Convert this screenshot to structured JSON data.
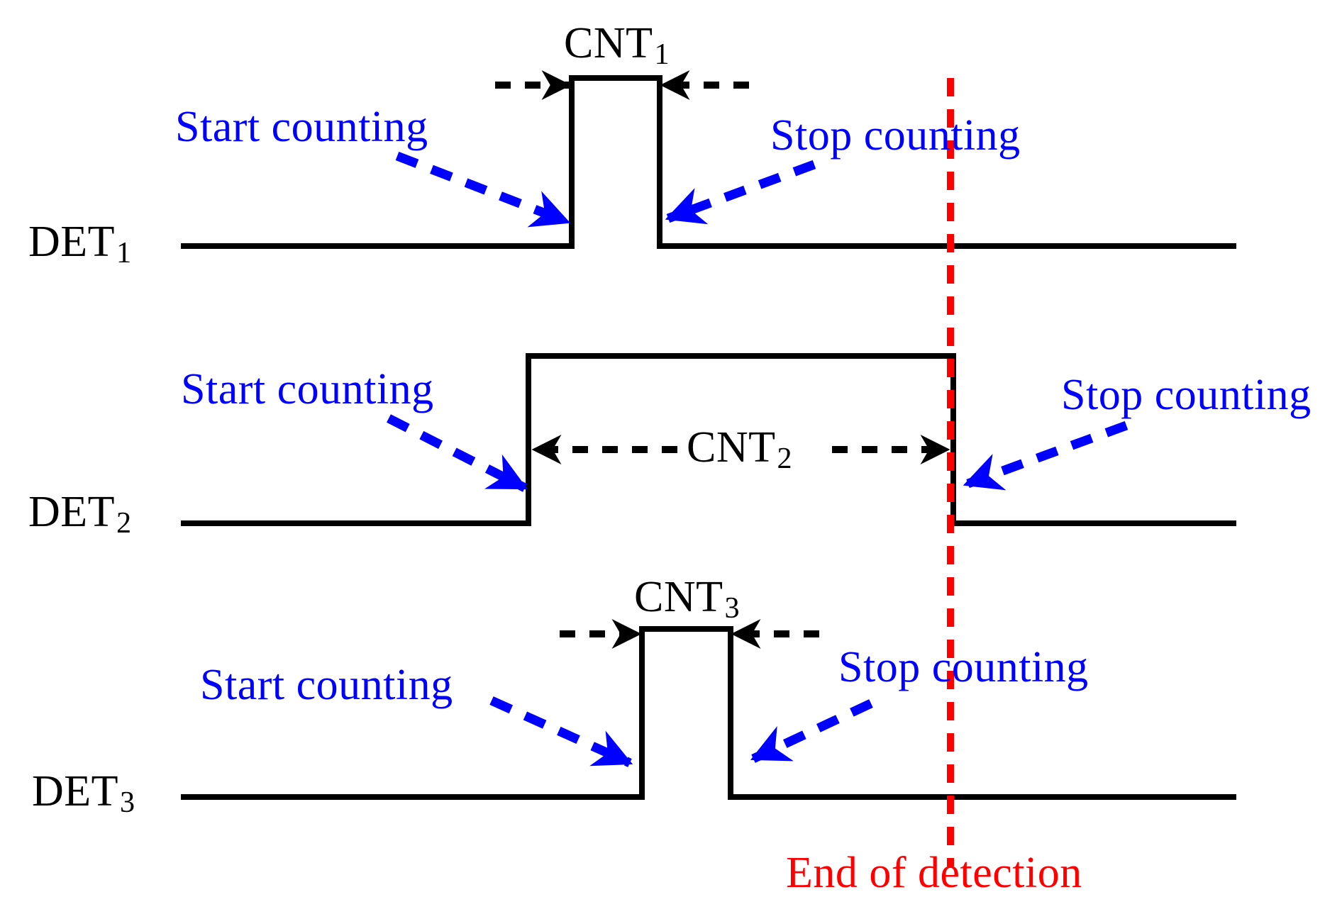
{
  "colors": {
    "signal": "#000000",
    "annotation": "#0000ff",
    "marker": "#ff0000",
    "background": "#ffffff"
  },
  "rows": [
    {
      "det": "DET",
      "det_sub": "1",
      "cnt": "CNT",
      "cnt_sub": "1",
      "start": "Start counting",
      "stop": "Stop counting"
    },
    {
      "det": "DET",
      "det_sub": "2",
      "cnt": "CNT",
      "cnt_sub": "2",
      "start": "Start counting",
      "stop": "Stop counting"
    },
    {
      "det": "DET",
      "det_sub": "3",
      "cnt": "CNT",
      "cnt_sub": "3",
      "start": "Start counting",
      "stop": "Stop counting"
    }
  ],
  "end_marker_label": "End of detection"
}
